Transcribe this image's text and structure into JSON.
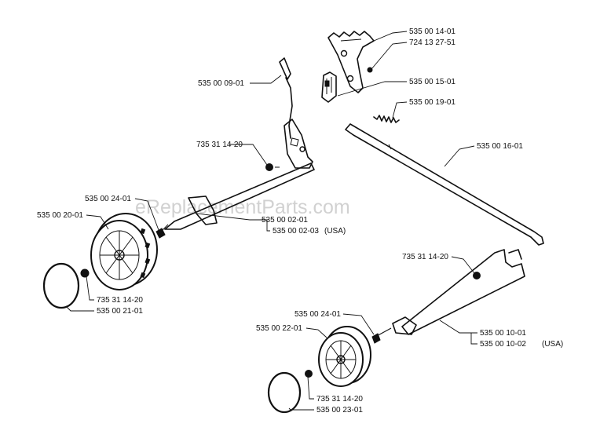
{
  "watermark": "eReplacementParts.com",
  "labels": {
    "deflector_plate": "535 00 14-01",
    "plate_screw": "724 13 27-51",
    "bracket": "535 00 15-01",
    "spring": "535 00 19-01",
    "front_rod": "535 00 16-01",
    "lever": "535 00 09-01",
    "rear_nut": "735 31 14-20",
    "rear_spacer": "535 00 24-01",
    "rear_wheel": "535 00 20-01",
    "rear_axle": "535 00 02-01",
    "rear_axle_usa": "535 00 02-03",
    "rear_axle_usa_tag": "(USA)",
    "rear_hub_nut": "735 31 14-20",
    "rear_hubcap": "535 00 21-01",
    "front_nut": "735 31 14-20",
    "front_spacer": "535 00 24-01",
    "front_wheel": "535 00 22-01",
    "front_axle": "535 00 10-01",
    "front_axle_usa": "535 00 10-02",
    "front_axle_usa_tag": "(USA)",
    "front_hub_nut": "735 31 14-20",
    "front_hubcap": "535 00 23-01"
  }
}
